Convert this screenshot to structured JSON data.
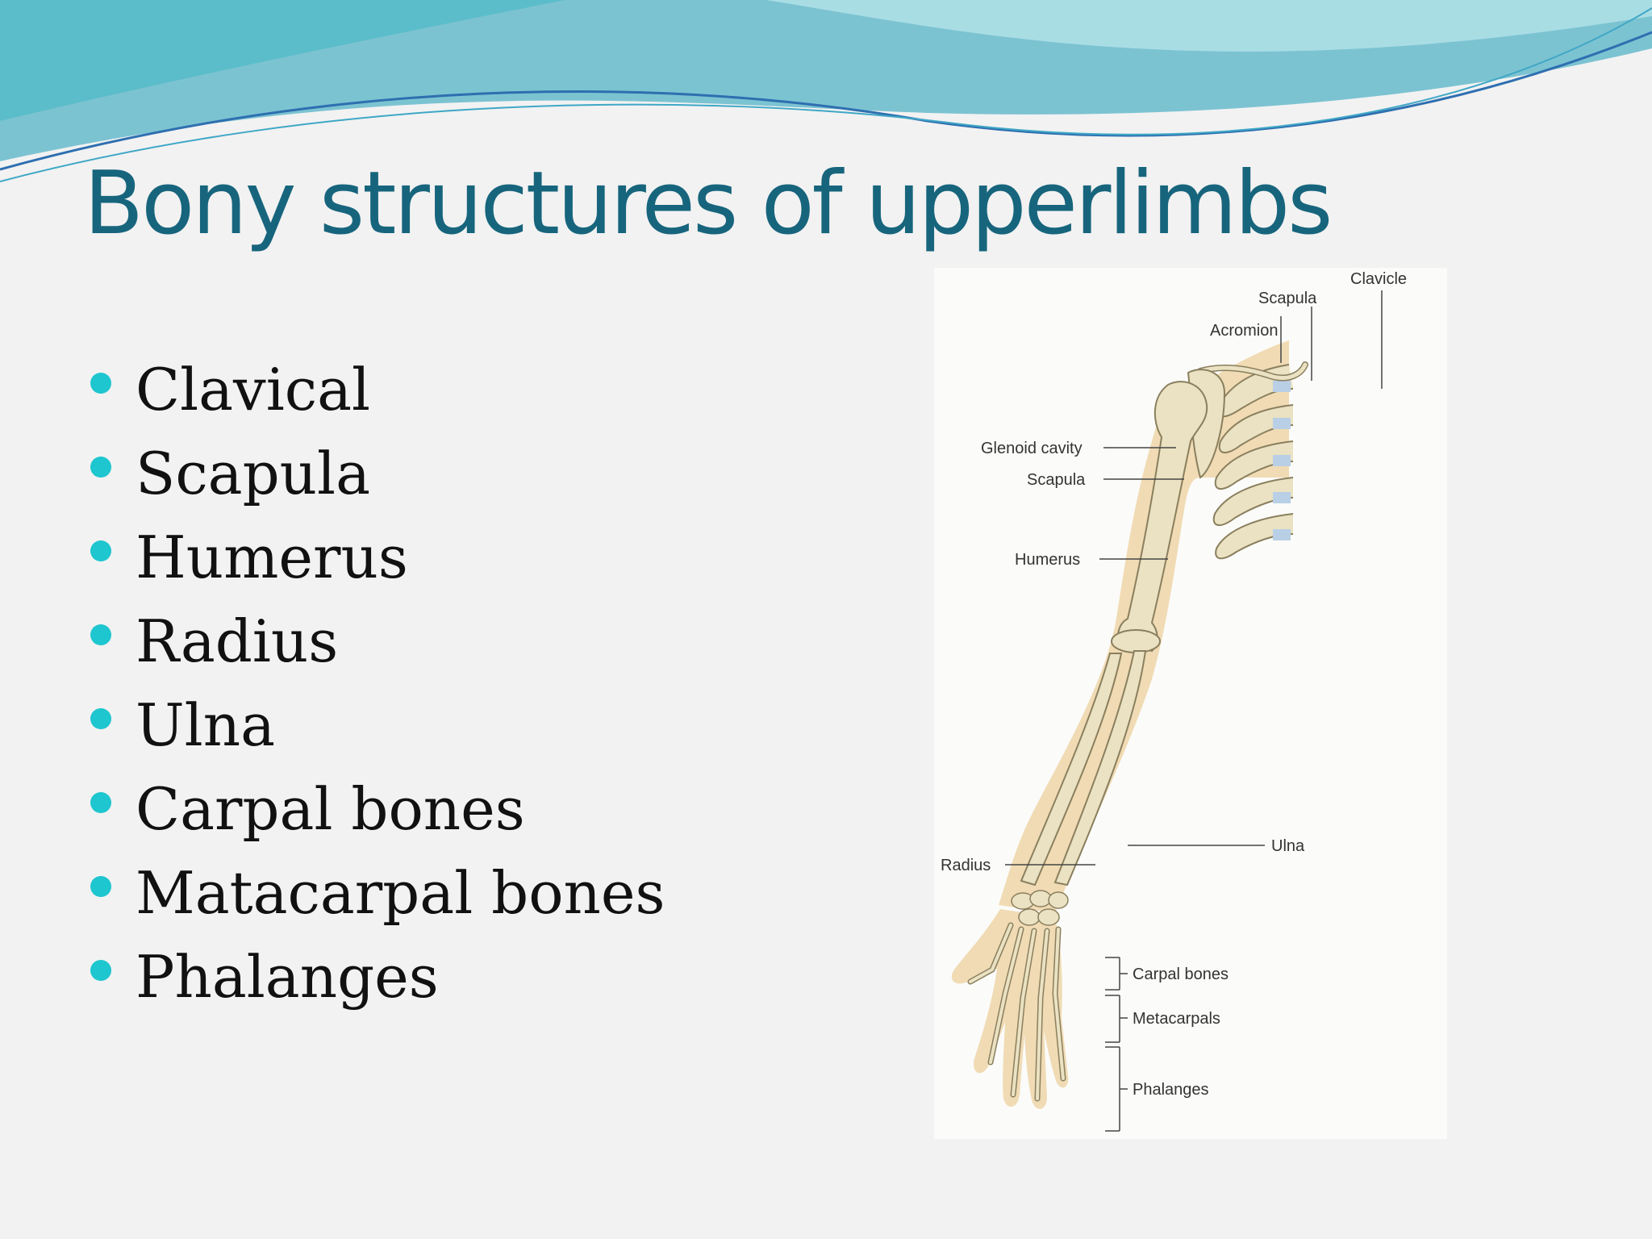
{
  "slide": {
    "title": "Bony structures of upperlimbs",
    "bullets": [
      "Clavical",
      "Scapula",
      "Humerus",
      "Radius",
      "Ulna",
      "Carpal bones",
      "Matacarpal bones",
      "Phalanges"
    ]
  },
  "figure": {
    "labels": {
      "clavicle": "Clavicle",
      "scapula_top": "Scapula",
      "acromion": "Acromion",
      "glenoid": "Glenoid cavity",
      "scapula_side": "Scapula",
      "humerus": "Humerus",
      "ulna": "Ulna",
      "radius": "Radius",
      "carpal": "Carpal bones",
      "metacarpals": "Metacarpals",
      "phalanges": "Phalanges"
    }
  },
  "colors": {
    "title": "#17657d",
    "bullet": "#1ec6cf",
    "wave_dark": "#5bbdc9",
    "wave_light": "#a9dde4",
    "skin": "#f0dbb4",
    "bone": "#eae2c2",
    "cartilage": "#b9cfe6"
  }
}
